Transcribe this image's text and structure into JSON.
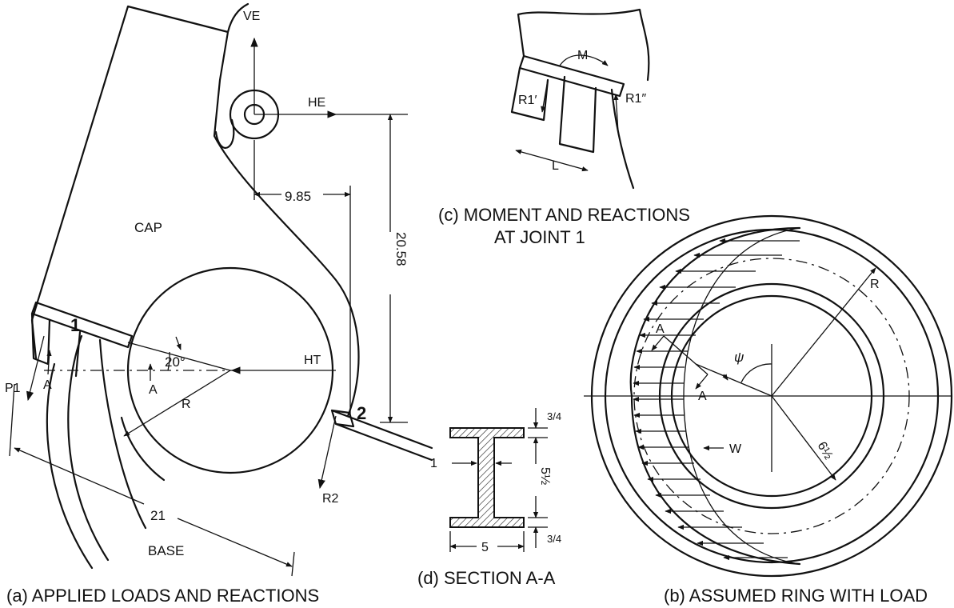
{
  "figure": {
    "a": {
      "caption": "(a) APPLIED LOADS AND REACTIONS",
      "part_cap": "CAP",
      "part_base": "BASE",
      "joint_1": "1",
      "joint_2": "2",
      "V_E": "VE",
      "H_E": "HE",
      "H_T": "HT",
      "P_1": "P1",
      "R_2": "R2",
      "R": "R",
      "A_top": "A",
      "A_bottom": "A",
      "angle": "20°",
      "dim_9_85": "9.85",
      "dim_20_58": "20.58",
      "dim_21": "21"
    },
    "b": {
      "caption": "(b) ASSUMED RING WITH LOAD",
      "R": "R",
      "psi": "ψ",
      "W": "W",
      "A_top": "A",
      "A_bottom": "A",
      "dim": "6½"
    },
    "c": {
      "caption_line1": "(c) MOMENT AND REACTIONS",
      "caption_line2": "AT JOINT 1",
      "M": "M",
      "R1p": "R1′",
      "R1pp": "R1″",
      "L": "L"
    },
    "d": {
      "caption": "(d) SECTION A-A",
      "dim_web": "1",
      "dim_width": "5",
      "dim_depth": "5½",
      "dim_flange_top": "3/4",
      "dim_flange_bottom": "3/4"
    }
  }
}
